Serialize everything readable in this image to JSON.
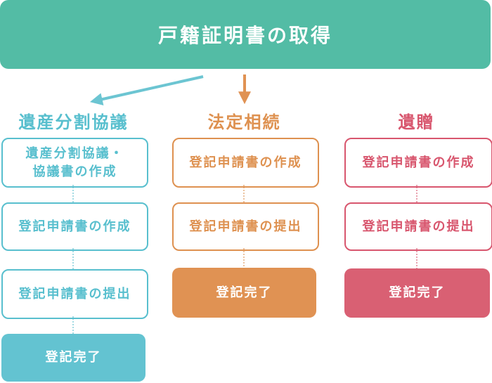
{
  "header": {
    "title": "戸籍証明書の取得"
  },
  "colors": {
    "header_bg": "#53BCA5",
    "cyan": "#58BFCE",
    "cyan_fill": "#63C3D1",
    "cyan_arrow": "#6CC5D2",
    "orange": "#DE9150",
    "orange_fill": "#E09253",
    "pink": "#D8566E",
    "pink_fill": "#D96073",
    "text_on_fill": "#FFFFFF"
  },
  "icons": {
    "diagonal_arrow": "arrow-pointing-down-left-to-estate-division-column",
    "down_arrow": "arrow-pointing-down-to-legal-inheritance-column"
  },
  "columns": [
    {
      "title": "遺産分割協議",
      "steps": [
        {
          "label": "遺産分割協議・\n協議書の作成",
          "filled": false
        },
        {
          "label": "登記申請書の作成",
          "filled": false
        },
        {
          "label": "登記申請書の提出",
          "filled": false
        },
        {
          "label": "登記完了",
          "filled": true
        }
      ]
    },
    {
      "title": "法定相続",
      "steps": [
        {
          "label": "登記申請書の作成",
          "filled": false
        },
        {
          "label": "登記申請書の提出",
          "filled": false
        },
        {
          "label": "登記完了",
          "filled": true
        }
      ]
    },
    {
      "title": "遺贈",
      "steps": [
        {
          "label": "登記申請書の作成",
          "filled": false
        },
        {
          "label": "登記申請書の提出",
          "filled": false
        },
        {
          "label": "登記完了",
          "filled": true
        }
      ]
    }
  ]
}
